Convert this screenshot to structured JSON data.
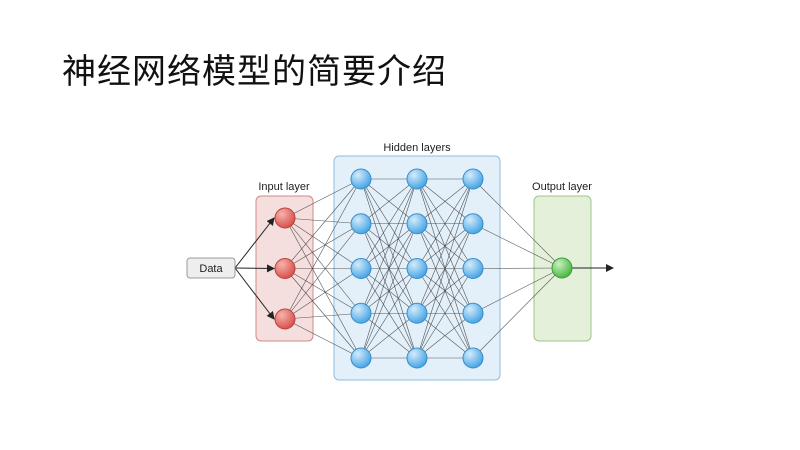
{
  "slide": {
    "title": "神经网络模型的简要介绍"
  },
  "diagram": {
    "data_label": "Data",
    "input_layer_label": "Input layer",
    "hidden_layers_label": "Hidden layers",
    "output_layer_label": "Output layer",
    "input_nodes": 3,
    "hidden_layer_count": 3,
    "hidden_nodes_per_layer": 5,
    "output_nodes": 1,
    "colors": {
      "input_fill": "#f4dede",
      "input_border": "#d08a85",
      "input_node": "#e2605a",
      "hidden_fill": "#e3f0fa",
      "hidden_border": "#8fbde0",
      "hidden_node": "#5ab0ea",
      "output_fill": "#e4f0da",
      "output_border": "#9cc48b",
      "output_node": "#5fc45a",
      "data_box": "#eeeeee"
    }
  }
}
